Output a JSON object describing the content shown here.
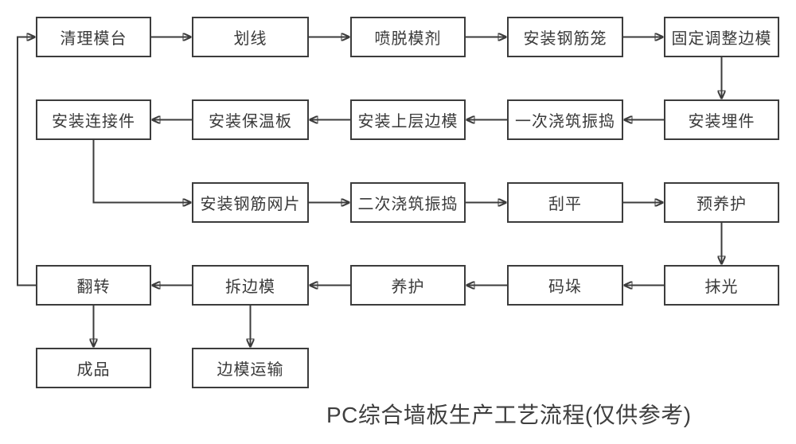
{
  "title": "PC综合墙板生产工艺流程(仅供参考)",
  "colors": {
    "line": "#3c3c3c",
    "box_border": "#3c3c3c",
    "box_background": "#ffffff",
    "text": "#3a3a3a",
    "background": "#ffffff"
  },
  "nodes": [
    {
      "id": "clean-table",
      "label": "清理模台"
    },
    {
      "id": "scribe-line",
      "label": "划线"
    },
    {
      "id": "spray-release",
      "label": "喷脱模剂"
    },
    {
      "id": "install-rebar-cage",
      "label": "安装钢筋笼"
    },
    {
      "id": "fix-adjust-mold",
      "label": "固定调整边模"
    },
    {
      "id": "install-embeds",
      "label": "安装埋件"
    },
    {
      "id": "first-pour-vibrate",
      "label": "一次浇筑振捣"
    },
    {
      "id": "install-upper-mold",
      "label": "安装上层边模"
    },
    {
      "id": "install-insulation",
      "label": "安装保温板"
    },
    {
      "id": "install-connectors",
      "label": "安装连接件"
    },
    {
      "id": "install-rebar-mesh",
      "label": "安装钢筋网片"
    },
    {
      "id": "second-pour-vibrate",
      "label": "二次浇筑振捣"
    },
    {
      "id": "scrape-level",
      "label": "刮平"
    },
    {
      "id": "pre-curing",
      "label": "预养护"
    },
    {
      "id": "trowel-polish",
      "label": "抹光"
    },
    {
      "id": "stacking",
      "label": "码垛"
    },
    {
      "id": "curing",
      "label": "养护"
    },
    {
      "id": "remove-side-mold",
      "label": "拆边模"
    },
    {
      "id": "flip",
      "label": "翻转"
    },
    {
      "id": "finished-product",
      "label": "成品"
    },
    {
      "id": "mold-transport",
      "label": "边模运输"
    }
  ]
}
